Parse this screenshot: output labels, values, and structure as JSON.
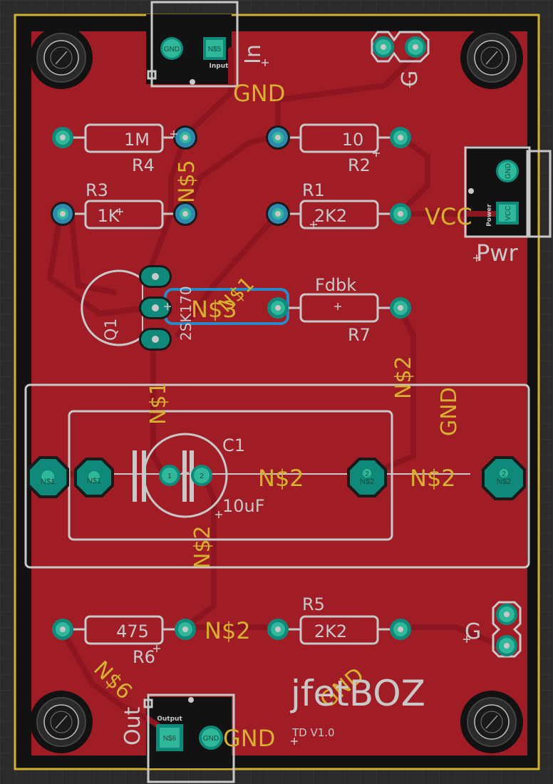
{
  "board": {
    "title": "jfetBOZ",
    "version": "TD V1.0",
    "gnd_label": "GND"
  },
  "connectors": {
    "input": {
      "name": "In",
      "title": "Input",
      "pin_gnd": "GND",
      "pin_sig": "N$5"
    },
    "power": {
      "name": "Pwr",
      "title": "Power",
      "pin_gnd": "GND",
      "pin_vcc": "VCC"
    },
    "output": {
      "name": "Out",
      "title": "Output",
      "pin_sig": "N$6",
      "pin_gnd": "GND"
    },
    "g_top": "G",
    "g_right": "G"
  },
  "components": {
    "R1": {
      "ref": "R1",
      "value": "2K2"
    },
    "R2": {
      "ref": "R2",
      "value": "10"
    },
    "R3": {
      "ref": "R3",
      "value": "1K"
    },
    "R4": {
      "ref": "R4",
      "value": "1M"
    },
    "R5": {
      "ref": "R5",
      "value": "2K2"
    },
    "R6": {
      "ref": "R6",
      "value": "475"
    },
    "R7": {
      "ref": "R7",
      "value": "Fdbk"
    },
    "Q1": {
      "ref": "Q1",
      "value": "2SK170"
    },
    "C1": {
      "ref": "C1",
      "value": "10uF",
      "pin1": "1",
      "pin2": "2"
    }
  },
  "pads": {
    "n1": "N$1",
    "n2": "N$2",
    "n_1": "1",
    "n_2": "2"
  },
  "nets": {
    "gnd_top": "GND",
    "n5": "N$5",
    "vcc": "VCC",
    "n3": "N$3",
    "n1_overlap": "N$1",
    "n1_vertical": "N$1",
    "n2_vertical_right": "N$2",
    "gnd_vertical_right": "GND",
    "n2_mid": "N$2",
    "n2_right": "N$2",
    "n2_vertical_left": "N$2",
    "n2_bottom": "N$2",
    "n6": "N$6",
    "gnd_bottom": "GND",
    "gnd_rot": "GND"
  }
}
